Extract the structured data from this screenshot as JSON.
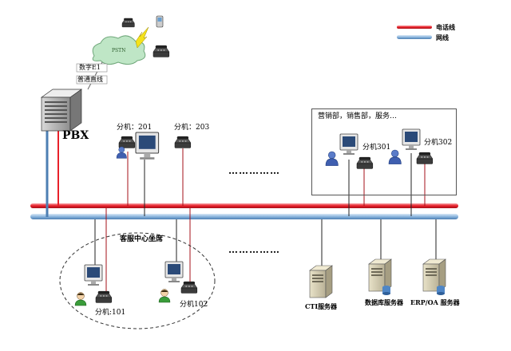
{
  "legend": {
    "phone_line": "电话线",
    "network_line": "网线"
  },
  "cloud": {
    "label": "PSTN",
    "digital_trunk": "数字E1",
    "analog_trunk": "普通直线"
  },
  "pbx": {
    "label": "PBX"
  },
  "extensions_top": {
    "ext_201": "分机：201",
    "ext_203": "分机：203"
  },
  "department": {
    "title": "营销部，销售部，服务…",
    "ext_301": "分机301",
    "ext_302": "分机302"
  },
  "call_center": {
    "title": "客服中心坐席",
    "ext_101": "分机:101",
    "ext_102": "分机102"
  },
  "servers": {
    "cti": "CTI服务器",
    "db": "数据库服务器",
    "erp": "ERP/OA 服务器"
  },
  "ellipsis_top": "……………",
  "ellipsis_bottom": "……………",
  "colors": {
    "phone_line": "#e8202a",
    "network_line": "#6a9fd0"
  }
}
